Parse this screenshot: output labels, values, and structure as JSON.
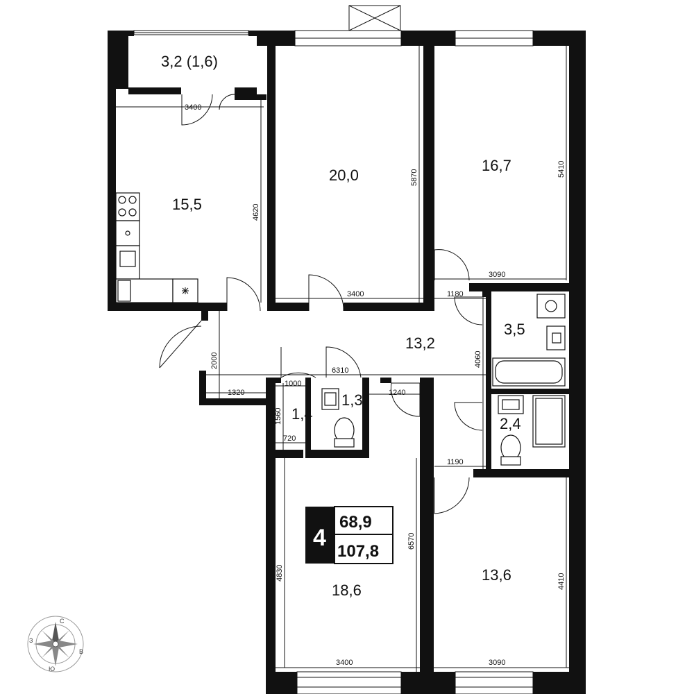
{
  "summary": {
    "rooms": "4",
    "living_area": "68,9",
    "total_area": "107,8"
  },
  "rooms": {
    "balcony": "3,2 (1,6)",
    "kitchen": "15,5",
    "bedroom_a": "20,0",
    "bedroom_b": "16,7",
    "hall": "13,2",
    "bathroom": "3,5",
    "wc": "2,4",
    "storage": "1,4",
    "toilet_small": "1,3",
    "living": "18,6",
    "bedroom_c": "13,6"
  },
  "dimensions": {
    "d_3400_kitchen": "3400",
    "d_4620": "4620",
    "d_5870": "5870",
    "d_3400_bed": "3400",
    "d_5410": "5410",
    "d_3090_top": "3090",
    "d_1180": "1180",
    "d_2000": "2000",
    "d_6310": "6310",
    "d_1000": "1000",
    "d_1320": "1320",
    "d_1240": "1240",
    "d_4060": "4060",
    "d_1560": "1560",
    "d_720": "720",
    "d_1190": "1190",
    "d_6570": "6570",
    "d_4830": "4830",
    "d_4410": "4410",
    "d_3400_bottom": "3400",
    "d_3090_bottom": "3090"
  },
  "compass": {
    "n": "С",
    "e": "В",
    "s": "Ю",
    "w": "З"
  }
}
